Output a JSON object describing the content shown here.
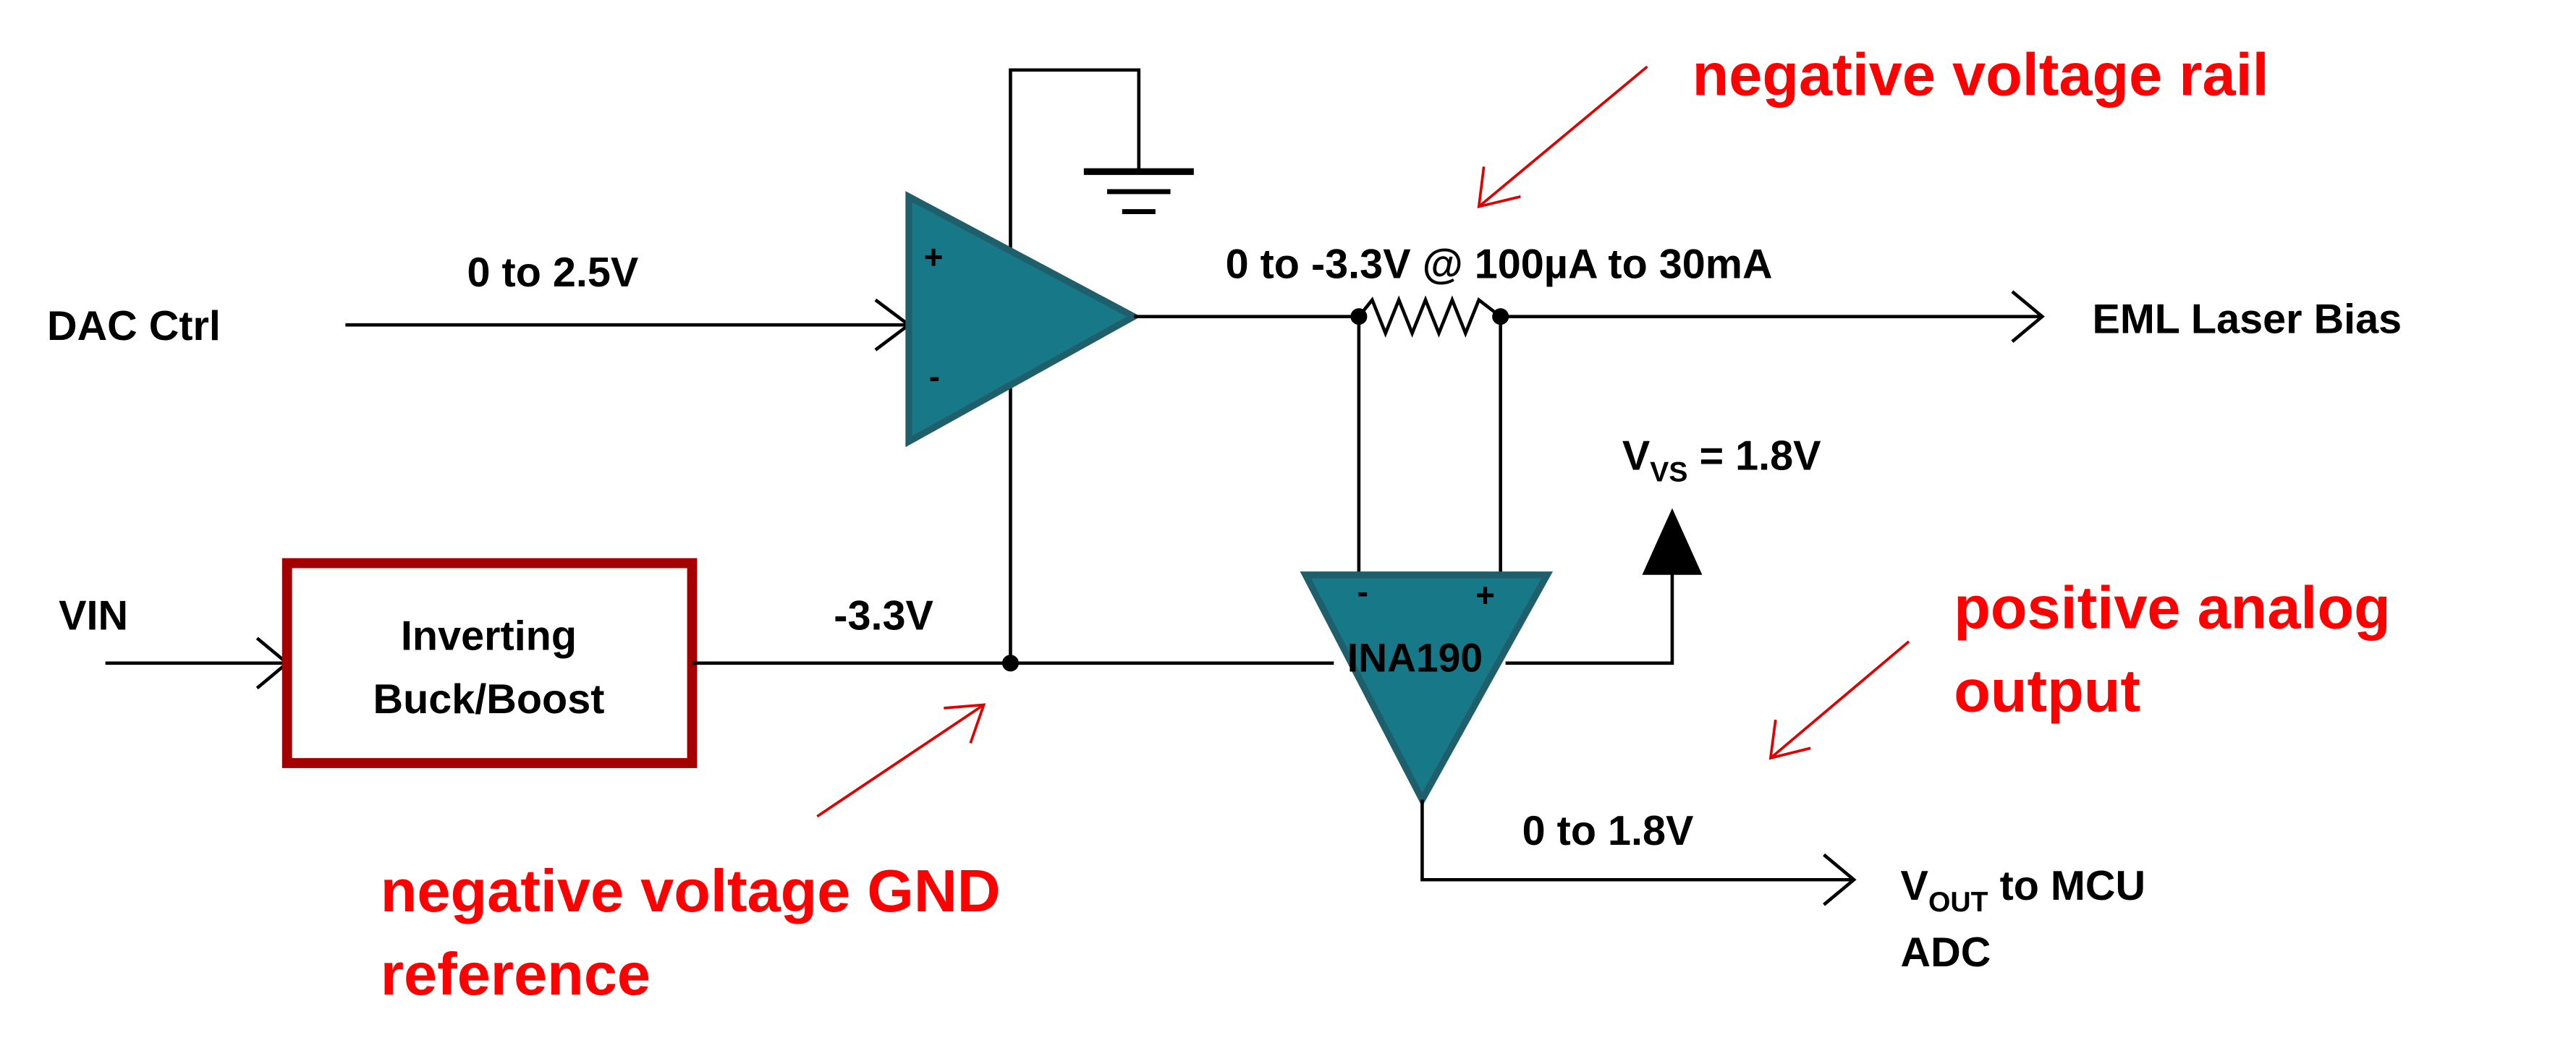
{
  "labels": {
    "dac_ctrl": "DAC Ctrl",
    "dac_range": "0 to 2.5V",
    "opamp_plus": "+",
    "opamp_minus": "-",
    "output_range": "0 to -3.3V @ 100µA to 30mA",
    "eml_laser_bias": "EML Laser Bias",
    "vvs_v": "V",
    "vvs_sub": "VS",
    "vvs_val": " = 1.8V",
    "vin": "VIN",
    "buck_line1": "Inverting",
    "buck_line2": "Buck/Boost",
    "neg_rail_voltage": "-3.3V",
    "ina_minus": "-",
    "ina_plus": "+",
    "ina_name": "INA190",
    "vout_range": "0 to 1.8V",
    "vout_v": "V",
    "vout_sub": "OUT",
    "vout_rest": " to MCU",
    "vout_line2": "ADC"
  },
  "annotations": {
    "negative_rail": "negative voltage rail",
    "positive_output_1": "positive analog",
    "positive_output_2": "output",
    "gnd_ref_1": "negative voltage GND",
    "gnd_ref_2": "reference"
  },
  "colors": {
    "amplifier_fill": "#177887",
    "amplifier_stroke": "#1f5f6c",
    "box_stroke": "#a50000",
    "annotation": "#ff0000"
  }
}
